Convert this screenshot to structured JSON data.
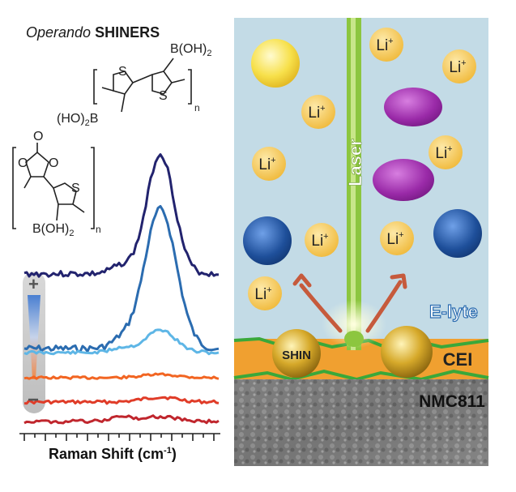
{
  "title": {
    "italic": "Operando",
    "bold": "SHINERS"
  },
  "spectra": {
    "x_label": "Raman Shift (cm",
    "x_label_sup": "-1",
    "x_label_tail": ")",
    "scale_plus": "+",
    "scale_minus": "−"
  },
  "molecules": {
    "top": {
      "ring_atom_1": "S",
      "ring_atom_2": "S",
      "right_group": "B(OH)",
      "right_sub": "2",
      "left_group": "(HO)",
      "left_sub": "2",
      "left_tail": "B",
      "n": "n"
    },
    "left": {
      "ring_O_1": "O",
      "ring_O_2": "O",
      "ring_O_3": "O",
      "ring_S": "S",
      "group": "B(OH)",
      "group_sub": "2",
      "n": "n"
    }
  },
  "schematic": {
    "laser": "Laser",
    "ion": "Li",
    "ion_charge": "+",
    "electrolyte": "E-lyte",
    "shin": "SHIN",
    "cei": "CEI",
    "cathode": "NMC811"
  },
  "colors": {
    "electrolyte_bg": "#c3dbe6",
    "laser": "#8cc63f",
    "cei": "#f0a030",
    "cei_edge": "#3aa83a",
    "li_ion": "#f6c945",
    "purple": "#9a2aa8",
    "blue": "#1e4f9a",
    "spectrum_colors": [
      "#22236e",
      "#2b6cb0",
      "#5eb6e6",
      "#f26522",
      "#e03c28",
      "#c0262d"
    ]
  }
}
